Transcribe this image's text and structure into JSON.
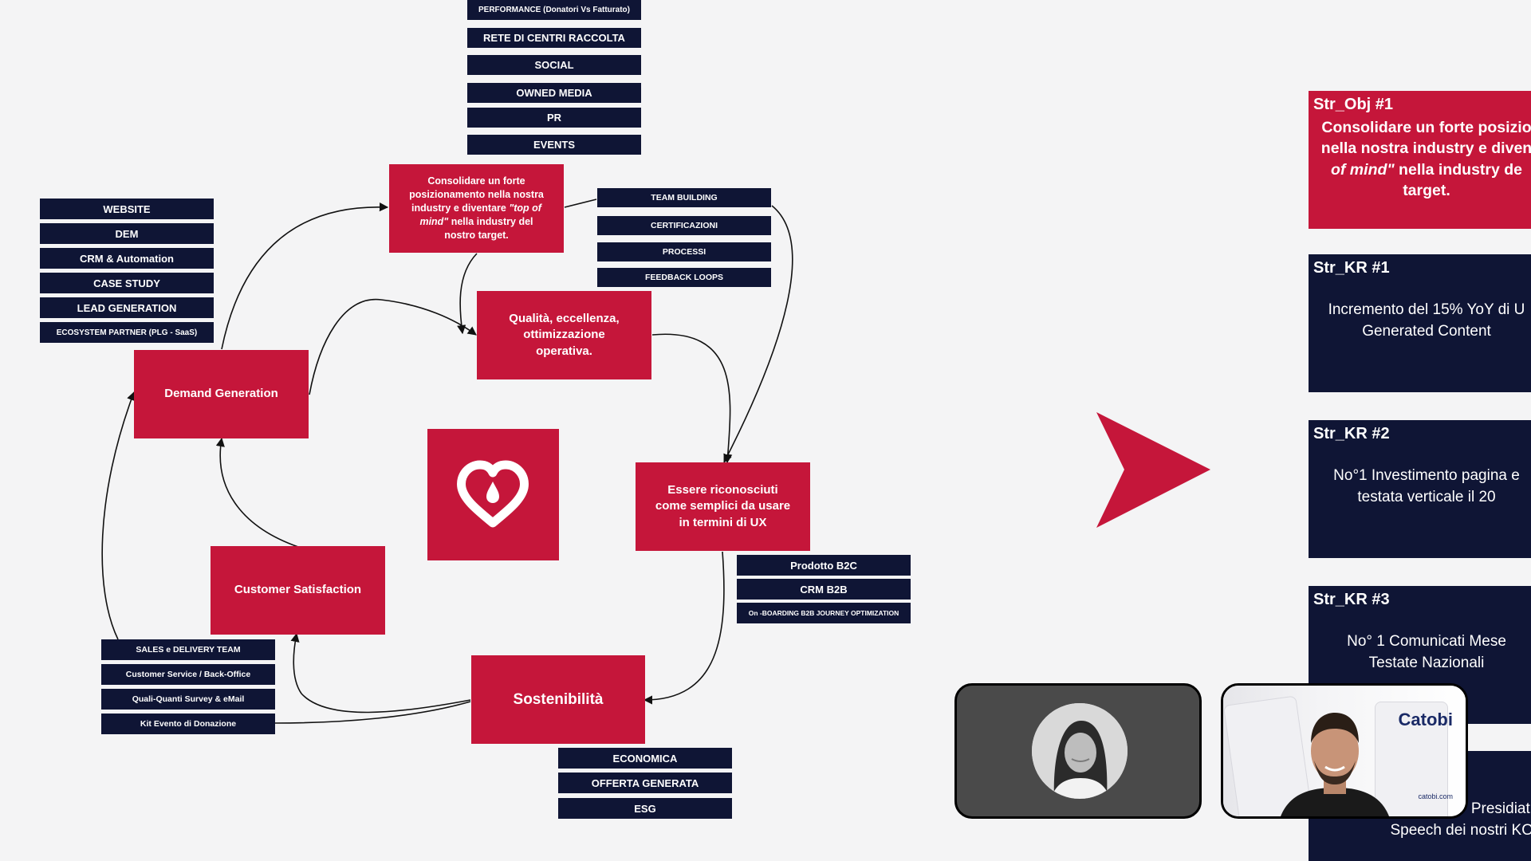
{
  "top_tags": [
    "PERFORMANCE (Donatori Vs Fatturato)",
    "RETE DI CENTRI RACCOLTA",
    "SOCIAL",
    "OWNED MEDIA",
    "PR",
    "EVENTS"
  ],
  "left_tags": [
    "WEBSITE",
    "DEM",
    "CRM & Automation",
    "CASE STUDY",
    "LEAD GENERATION",
    "ECOSYSTEM PARTNER (PLG - SaaS)"
  ],
  "team_tags": [
    "TEAM BUILDING",
    "CERTIFICAZIONI",
    "PROCESSI",
    "FEEDBACK LOOPS"
  ],
  "b2c_tags": [
    "Prodotto B2C",
    "CRM B2B",
    "On -BOARDING  B2B JOURNEY OPTIMIZATION"
  ],
  "sales_tags": [
    "SALES e DELIVERY TEAM",
    "Customer Service / Back-Office",
    "Quali-Quanti Survey & eMail",
    "Kit Evento di Donazione"
  ],
  "eco_tags": [
    "ECONOMICA",
    "OFFERTA GENERATA",
    "ESG"
  ],
  "nodes": {
    "positioning_a": "Consolidare un forte posizionamento nella nostra industry e diventare ",
    "positioning_b": "\"top of mind\"",
    "positioning_c": " nella industry del nostro target.",
    "quality": "Qualità, eccellenza, ottimizzazione operativa.",
    "ux": "Essere riconosciuti come semplici da usare in termini di UX",
    "demand": "Demand Generation",
    "satisfaction": "Customer Satisfaction",
    "sustainability": "Sostenibilità"
  },
  "panels": {
    "obj1_title": "Str_Obj #1",
    "obj1_line1": "Consolidare un forte posizio",
    "obj1_line2": "nella nostra industry e diven",
    "obj1_line3a": "of mind\"",
    "obj1_line3b": " nella industry de",
    "obj1_line4": "target.",
    "kr1_title": "Str_KR #1",
    "kr1_line1": "Incremento del 15% YoY di U",
    "kr1_line2": "Generated Content",
    "kr2_title": "Str_KR #2",
    "kr2_line1": "No°1 Investimento pagina e",
    "kr2_line2": "testata verticale il 20",
    "kr3_title": "Str_KR #3",
    "kr3_line1": "No° 1 Comunicati Mese",
    "kr3_line2": "Testate Nazionali",
    "kr4_line1": "Presidiati",
    "kr4_line2": "Speech dei nostri KO"
  },
  "video": {
    "brand": "Catobi",
    "brand_small": "catobi.com"
  },
  "colors": {
    "accent_red": "#c5163a",
    "navy": "#0f1535",
    "background": "#f4f4f5"
  }
}
